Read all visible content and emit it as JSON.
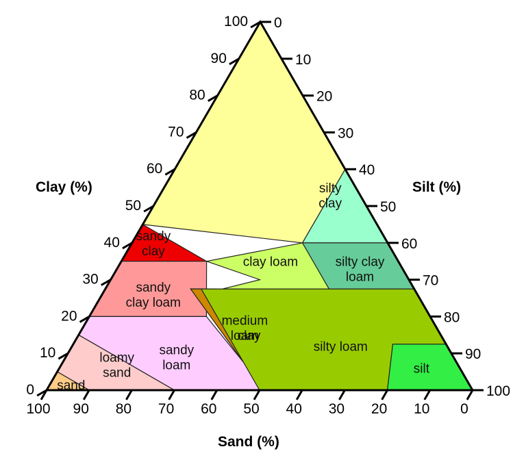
{
  "axes": {
    "clay": {
      "title": "Clay (%)",
      "ticks": [
        "0",
        "10",
        "20",
        "30",
        "40",
        "50",
        "60",
        "70",
        "80",
        "90",
        "100"
      ]
    },
    "silt": {
      "title": "Silt (%)",
      "ticks": [
        "0",
        "10",
        "20",
        "30",
        "40",
        "50",
        "60",
        "70",
        "80",
        "90",
        "100"
      ]
    },
    "sand": {
      "title": "Sand (%)",
      "ticks": [
        "100",
        "90",
        "80",
        "70",
        "60",
        "50",
        "40",
        "30",
        "20",
        "10",
        "0"
      ]
    }
  },
  "regions": [
    {
      "id": "clay",
      "lines": [
        "clay"
      ],
      "color": "#FFFF99",
      "poly": [
        [
          0,
          100
        ],
        [
          55,
          45
        ],
        [
          20,
          40
        ],
        [
          0,
          60
        ]
      ],
      "label_at": [
        45,
        15
      ]
    },
    {
      "id": "sandy-clay",
      "lines": [
        "sandy",
        "clay"
      ],
      "color": "#EE0000",
      "poly": [
        [
          55,
          45
        ],
        [
          65,
          35
        ],
        [
          45,
          35
        ]
      ],
      "label_at": [
        55,
        40
      ]
    },
    {
      "id": "silty-clay",
      "lines": [
        "silty",
        "clay"
      ],
      "color": "#99FFCC",
      "poly": [
        [
          0,
          60
        ],
        [
          20,
          40
        ],
        [
          0,
          40
        ]
      ],
      "label_at": [
        7,
        53
      ]
    },
    {
      "id": "clay-loam",
      "lines": [
        "clay loam"
      ],
      "color": "#CCFF66",
      "poly": [
        [
          45,
          35
        ],
        [
          20,
          40
        ],
        [
          0,
          40
        ],
        [
          20,
          27.5
        ],
        [
          45,
          27.5
        ],
        [
          35,
          30
        ]
      ],
      "label_at": [
        30,
        35
      ]
    },
    {
      "id": "silty-clay-loam",
      "lines": [
        "silty clay",
        "loam"
      ],
      "color": "#66CC99",
      "poly": [
        [
          20,
          40
        ],
        [
          0,
          40
        ],
        [
          0,
          27.5
        ],
        [
          20,
          27.5
        ]
      ],
      "label_at": [
        10,
        33
      ]
    },
    {
      "id": "sandy-clay-loam",
      "lines": [
        "sandy",
        "clay loam"
      ],
      "color": "#FF9999",
      "poly": [
        [
          65,
          35
        ],
        [
          45,
          35
        ],
        [
          52.5,
          20
        ],
        [
          80,
          20
        ]
      ],
      "label_at": [
        62,
        26
      ]
    },
    {
      "id": "medium-loam",
      "lines": [
        "medium",
        "loam"
      ],
      "color": "#CC8800",
      "poly": [
        [
          52.5,
          27.5
        ],
        [
          45,
          27.5
        ],
        [
          42.5,
          7.5
        ],
        [
          50,
          7.5
        ]
      ],
      "label_at": [
        45,
        17
      ]
    },
    {
      "id": "sandy-loam",
      "lines": [
        "sandy",
        "loam"
      ],
      "color": "#FFCCFF",
      "poly": [
        [
          80,
          20
        ],
        [
          52.5,
          20
        ],
        [
          50,
          7.5
        ],
        [
          42.5,
          7.5
        ],
        [
          50,
          0
        ],
        [
          70,
          0
        ],
        [
          85,
          15
        ]
      ],
      "label_at": [
        65,
        9
      ]
    },
    {
      "id": "silty-loam",
      "lines": [
        "silty loam"
      ],
      "color": "#99CC00",
      "poly": [
        [
          50,
          27.5
        ],
        [
          0,
          27.5
        ],
        [
          0,
          12.5
        ],
        [
          12.5,
          12.5
        ],
        [
          20,
          0
        ],
        [
          50,
          0
        ]
      ],
      "label_at": [
        25,
        12
      ]
    },
    {
      "id": "silt",
      "lines": [
        "silt"
      ],
      "color": "#33EE44",
      "poly": [
        [
          12.5,
          12.5
        ],
        [
          0,
          12.5
        ],
        [
          0,
          0
        ],
        [
          20,
          0
        ]
      ],
      "label_at": [
        9,
        6
      ]
    },
    {
      "id": "loamy-sand",
      "lines": [
        "loamy",
        "sand"
      ],
      "color": "#FFCCCC",
      "poly": [
        [
          85,
          15
        ],
        [
          70,
          0
        ],
        [
          90,
          0
        ],
        [
          95,
          5
        ]
      ],
      "label_at": [
        80,
        7
      ]
    },
    {
      "id": "sand",
      "lines": [
        "sand"
      ],
      "color": "#FFCC88",
      "poly": [
        [
          95,
          5
        ],
        [
          90,
          0
        ],
        [
          100,
          0
        ]
      ],
      "label_at": [
        93.5,
        1.5
      ]
    }
  ]
}
